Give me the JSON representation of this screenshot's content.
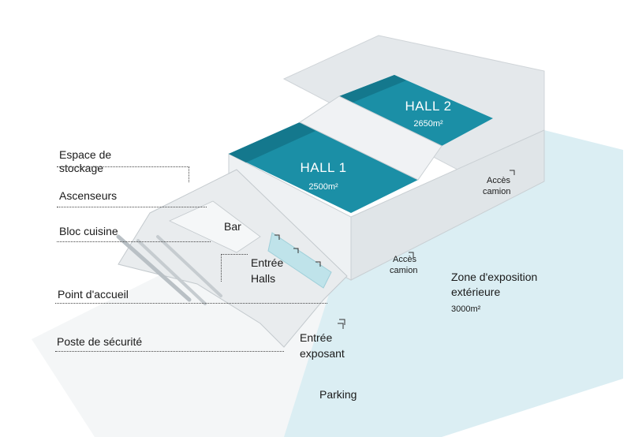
{
  "halls": [
    {
      "name": "HALL 1",
      "area": "2500m²"
    },
    {
      "name": "HALL 2",
      "area": "2650m²"
    }
  ],
  "labels": {
    "storage": [
      "Espace de",
      "stockage"
    ],
    "elevators": "Ascenseurs",
    "kitchen": "Bloc cuisine",
    "bar": "Bar",
    "entry_halls": [
      "Entrée",
      "Halls"
    ],
    "reception": "Point d'accueil",
    "security": "Poste de sécurité",
    "exhibitor_entry": [
      "Entrée",
      "exposant"
    ],
    "parking": "Parking",
    "truck_access_1": [
      "Accès",
      "camion"
    ],
    "truck_access_2": [
      "Accès",
      "camion"
    ],
    "outdoor_zone": [
      "Zone d'exposition",
      "extérieure"
    ],
    "outdoor_area": "3000m²"
  },
  "colors": {
    "hall_roof": "#1b8fa6",
    "hall_roof_dark": "#14788d",
    "outdoor_zone": "#dbeef3",
    "building": "#e9ecee",
    "building_shade": "#cfd4d8",
    "text": "#1a1a1a"
  }
}
